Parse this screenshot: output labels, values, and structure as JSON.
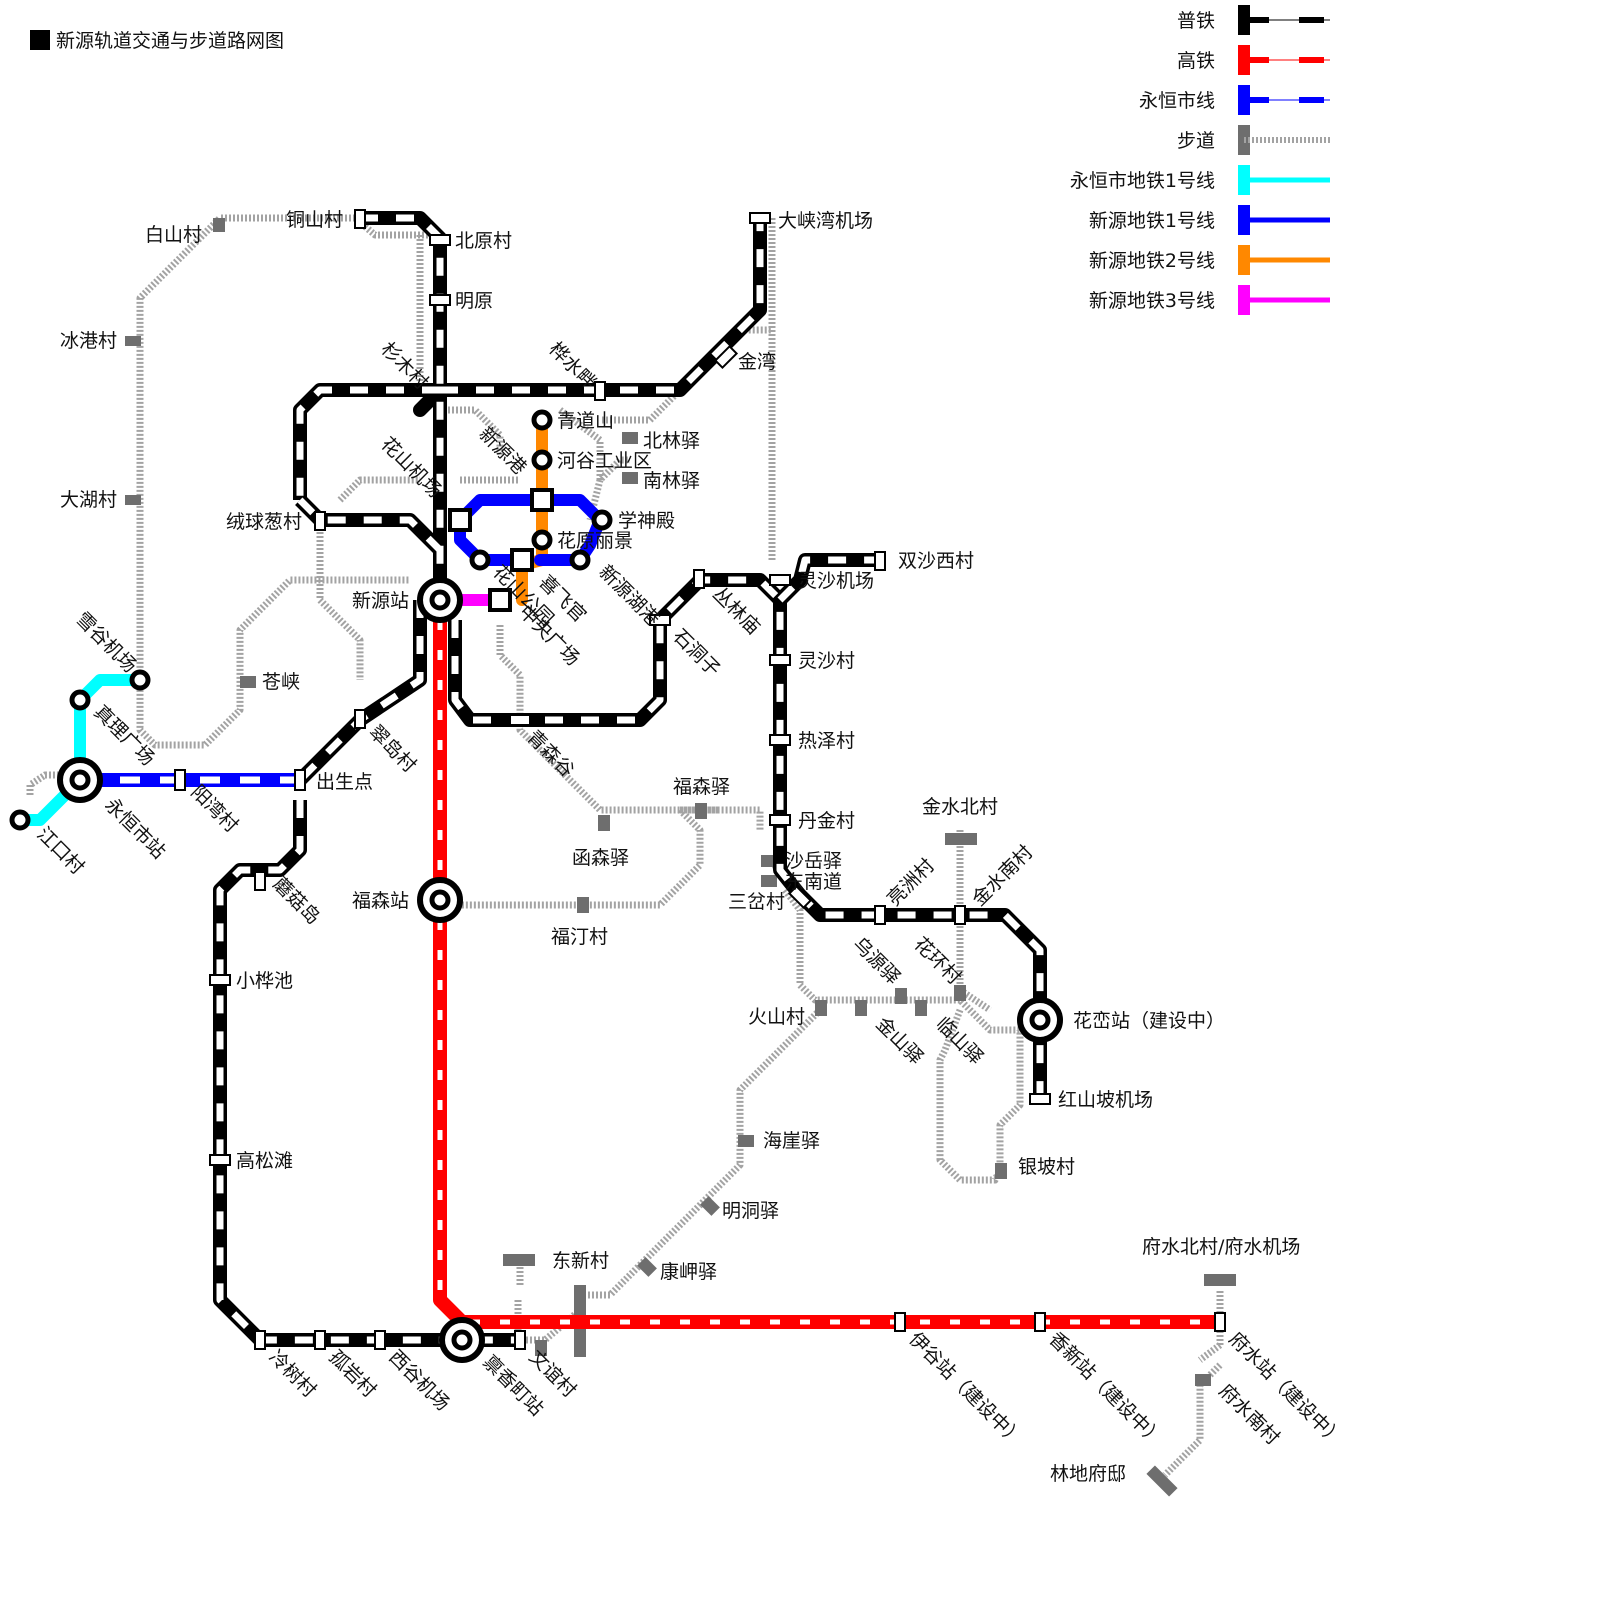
{
  "title": "新源轨道交通与步道路网图",
  "colors": {
    "normal_rail": "#000000",
    "high_speed_rail": "#ff0000",
    "yongheng_city_line": "#0000ff",
    "trail": "#999999",
    "trail_marker": "#6e6e6e",
    "yongheng_metro_1": "#00ffff",
    "xinyuan_metro_1": "#0000ff",
    "xinyuan_metro_2": "#ff8800",
    "xinyuan_metro_3": "#ff00ff"
  },
  "legend": {
    "items": [
      {
        "label": "普铁",
        "style": "normal-rail",
        "color": "#000000"
      },
      {
        "label": "高铁",
        "style": "high-speed-rail",
        "color": "#ff0000"
      },
      {
        "label": "永恒市线",
        "style": "city-line",
        "color": "#0000ff"
      },
      {
        "label": "步道",
        "style": "trail",
        "color": "#6e6e6e"
      },
      {
        "label": "永恒市地铁1号线",
        "style": "metro",
        "color": "#00ffff"
      },
      {
        "label": "新源地铁1号线",
        "style": "metro",
        "color": "#0000ff"
      },
      {
        "label": "新源地铁2号线",
        "style": "metro",
        "color": "#ff8800"
      },
      {
        "label": "新源地铁3号线",
        "style": "metro",
        "color": "#ff00ff"
      }
    ]
  },
  "stations": {
    "tongshan": "铜山村",
    "beiyuan": "北原村",
    "mingyuan": "明原",
    "baishan": "白山村",
    "binggang": "冰港村",
    "dahu": "大湖村",
    "shanmu": "杉木村",
    "hua_shui_pan": "桦水畔",
    "daxiawan_airport": "大峡湾机场",
    "jinwan": "金湾",
    "qingdaoshan": "青道山",
    "beilin_yi": "北林驿",
    "hegu_industrial": "河谷工业区",
    "nanlin_yi": "南林驿",
    "xinyuangang": "新源港",
    "huashan_airport": "花山机场",
    "xueshen_dian": "学神殿",
    "rongqiucong": "绒球葱村",
    "huayuan_lijing": "花原丽景",
    "xinyuan_hugang": "新源湖港",
    "xifei_gong": "喜飞官",
    "hua_gongyuan": "花山公园",
    "central_plaza": "中央广场",
    "xinyuan_zhan": "新源站",
    "congshan_park": "丛林庙",
    "lingsha_airport": "灵沙机场",
    "shuangsha_west": "双沙西村",
    "shidongzi": "石洞子",
    "lingsha_village": "灵沙村",
    "reze": "热泽村",
    "danjin": "丹金村",
    "cangxia": "苍峡",
    "xuegu_airport": "雪谷机场",
    "zhenli_plaza": "真理广场",
    "fudao": "翠岛村",
    "qingsengu": "青森谷",
    "fusen_yi": "福森驿",
    "hansen_yi": "函森驿",
    "shayue_yi": "沙岳驿",
    "dongnan_dao": "东南道",
    "sancha": "三岔村",
    "jinshui_north": "金水北村",
    "yongheng_station": "永恒市站",
    "yangwan": "阳湾村",
    "chusheng": "出生点",
    "jiangkou": "江口村",
    "liangzhou": "亮洲村",
    "jinshui_south": "金水南村",
    "fusen_station": "福森站",
    "futing": "福汀村",
    "mogudao": "蘑菇岛",
    "wuyuan_yi": "乌源驿",
    "huahuan": "花环村",
    "huoshan": "火山村",
    "jinshan_yi": "金山驿",
    "linshan_yi": "临山驿",
    "huangang_station": "花峦站（建设中）",
    "xiaohuachi": "小桦池",
    "hongshanpo_airport": "红山坡机场",
    "haiya_yi": "海崖驿",
    "yinpo": "银坡村",
    "gaosongtan": "高松滩",
    "mingdong_yi": "明洞驿",
    "dongxin": "东新村",
    "kangjia_yi": "康岬驿",
    "fushui_north": "府水北村/府水机场",
    "lengshu": "冷树村",
    "guyan": "孤岩村",
    "xigu_airport": "西谷机场",
    "xianxiang": "禀香町站",
    "wenyi": "文谊村",
    "yigu_station": "伊谷站（建设中）",
    "xiangxin_station": "香新站（建设中）",
    "fushui_station": "府水站（建设中）",
    "fushui_south": "府水南村",
    "lindi_fudi": "林地府邸"
  }
}
